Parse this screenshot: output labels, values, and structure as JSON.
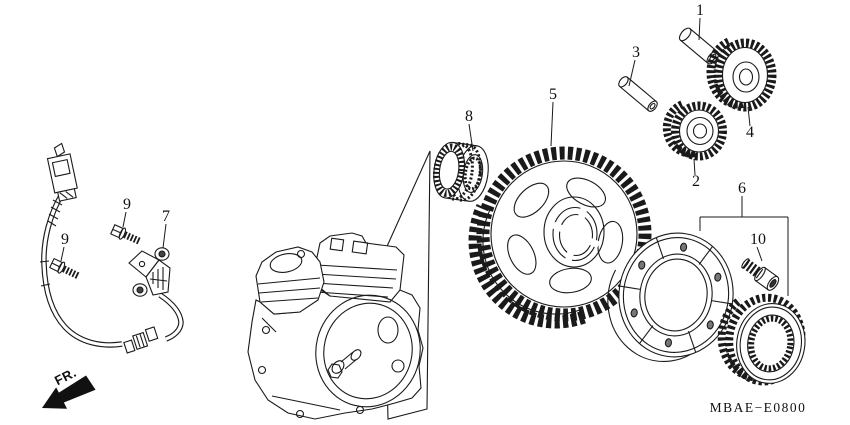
{
  "figure": {
    "code": "MBAE−E0800",
    "front_label": "FR."
  },
  "callouts": [
    {
      "id": "1",
      "label": "1"
    },
    {
      "id": "3",
      "label": "3"
    },
    {
      "id": "4",
      "label": "4"
    },
    {
      "id": "2",
      "label": "2"
    },
    {
      "id": "5",
      "label": "5"
    },
    {
      "id": "8",
      "label": "8"
    },
    {
      "id": "6",
      "label": "6"
    },
    {
      "id": "10",
      "label": "10"
    },
    {
      "id": "7",
      "label": "7"
    },
    {
      "id": "9a",
      "label": "9"
    },
    {
      "id": "9b",
      "label": "9"
    }
  ],
  "colors": {
    "line": "#1a1a1a",
    "background": "#ffffff"
  }
}
